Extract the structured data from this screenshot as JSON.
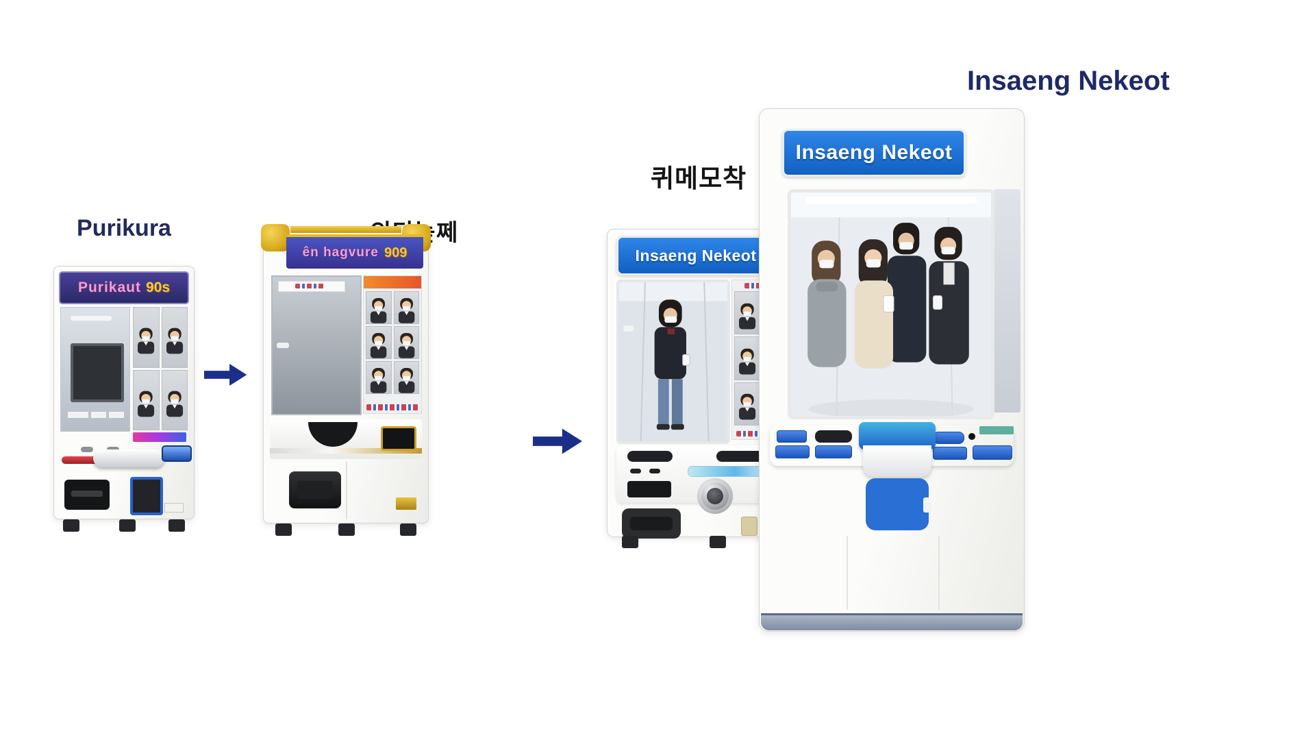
{
  "figure": {
    "description_visible_text_only": true,
    "stages": [
      {
        "name": "purikura",
        "label": "Purikura",
        "sign": {
          "text": "Purikaut",
          "suffix": "90s"
        }
      },
      {
        "name": "stage-2",
        "label": "의디늗쩨",
        "sign": {
          "text": "ên hagvure",
          "suffix": "909"
        }
      },
      {
        "name": "stage-3",
        "label": "퀴메모착",
        "sign": {
          "text": "Insaeng Nekeot"
        }
      },
      {
        "name": "insaeng-nekeot",
        "label": "Insaeng Nekeot",
        "sign": {
          "text": "Insaeng Nekeot"
        }
      }
    ],
    "icons": {
      "flow_arrow": "right-arrow"
    },
    "colors": {
      "background": "#ffffff",
      "label_navy": "#232a5c",
      "label_black": "#161616",
      "arrow_navy": "#1b2f8a",
      "sign_blue": "#1d74d8",
      "sign_purple": "#37318e",
      "pink_text": "#f2a2d8",
      "gold": "#e0b11e",
      "accent_blue": "#2a63c8"
    }
  }
}
